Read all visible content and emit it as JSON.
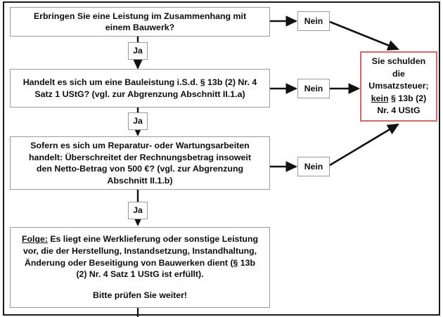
{
  "diagram": {
    "title_context": "Prüfschema § 13b (2) Nr. 4 UStG Bauleistungen",
    "colors": {
      "node_border": "#9a9a9a",
      "result_border": "#d06a6a",
      "frame": "#1a1a1a",
      "arrow": "#111111",
      "text": "#0d0d0d",
      "background": "#ffffff"
    },
    "questions": [
      {
        "id": "q1",
        "line1": "Erbringen Sie eine Leistung im Zusammenhang mit",
        "line2": "einem Bauwerk?"
      },
      {
        "id": "q2",
        "line1": "Handelt es sich um eine Bauleistung i.S.d. § 13b (2) Nr. 4",
        "line2": "Satz 1 UStG? (vgl. zur Abgrenzung Abschnitt II.1.a)"
      },
      {
        "id": "q3",
        "line1": "Sofern es sich um Reparatur- oder Wartungsarbeiten",
        "line2": "handelt: Überschreitet der Rechnungsbetrag insoweit",
        "line3": "den Netto-Betrag von 500 €? (vgl. zur Abgrenzung",
        "line4": "Abschnitt II.1.b)"
      }
    ],
    "decisions": {
      "yes_label": "Ja",
      "no_label": "Nein",
      "yes_nodes": [
        "Ja",
        "Ja",
        "Ja"
      ],
      "no_nodes": [
        "Nein",
        "Nein",
        "Nein"
      ]
    },
    "result_box": {
      "id": "result-umsatzsteuer",
      "line1": "Sie schulden",
      "line2": "die",
      "line3": "Umsatzsteuer;",
      "line4_prefix": "kein",
      "line4_rest": " § 13b (2)",
      "line5": "Nr. 4 UStG"
    },
    "outcome_box": {
      "id": "outcome-folge",
      "label": "Folge:",
      "text_line1": " Es liegt eine Werklieferung oder sonstige Leistung",
      "text_line2": "vor, die der Herstellung, Instandsetzung, Instandhaltung,",
      "text_line3": "Änderung oder Beseitigung von Bauwerken dient (§ 13b",
      "text_line4": "(2) Nr. 4 Satz 1 UStG ist erfüllt).",
      "call_to_action": "Bitte prüfen Sie weiter!"
    }
  }
}
